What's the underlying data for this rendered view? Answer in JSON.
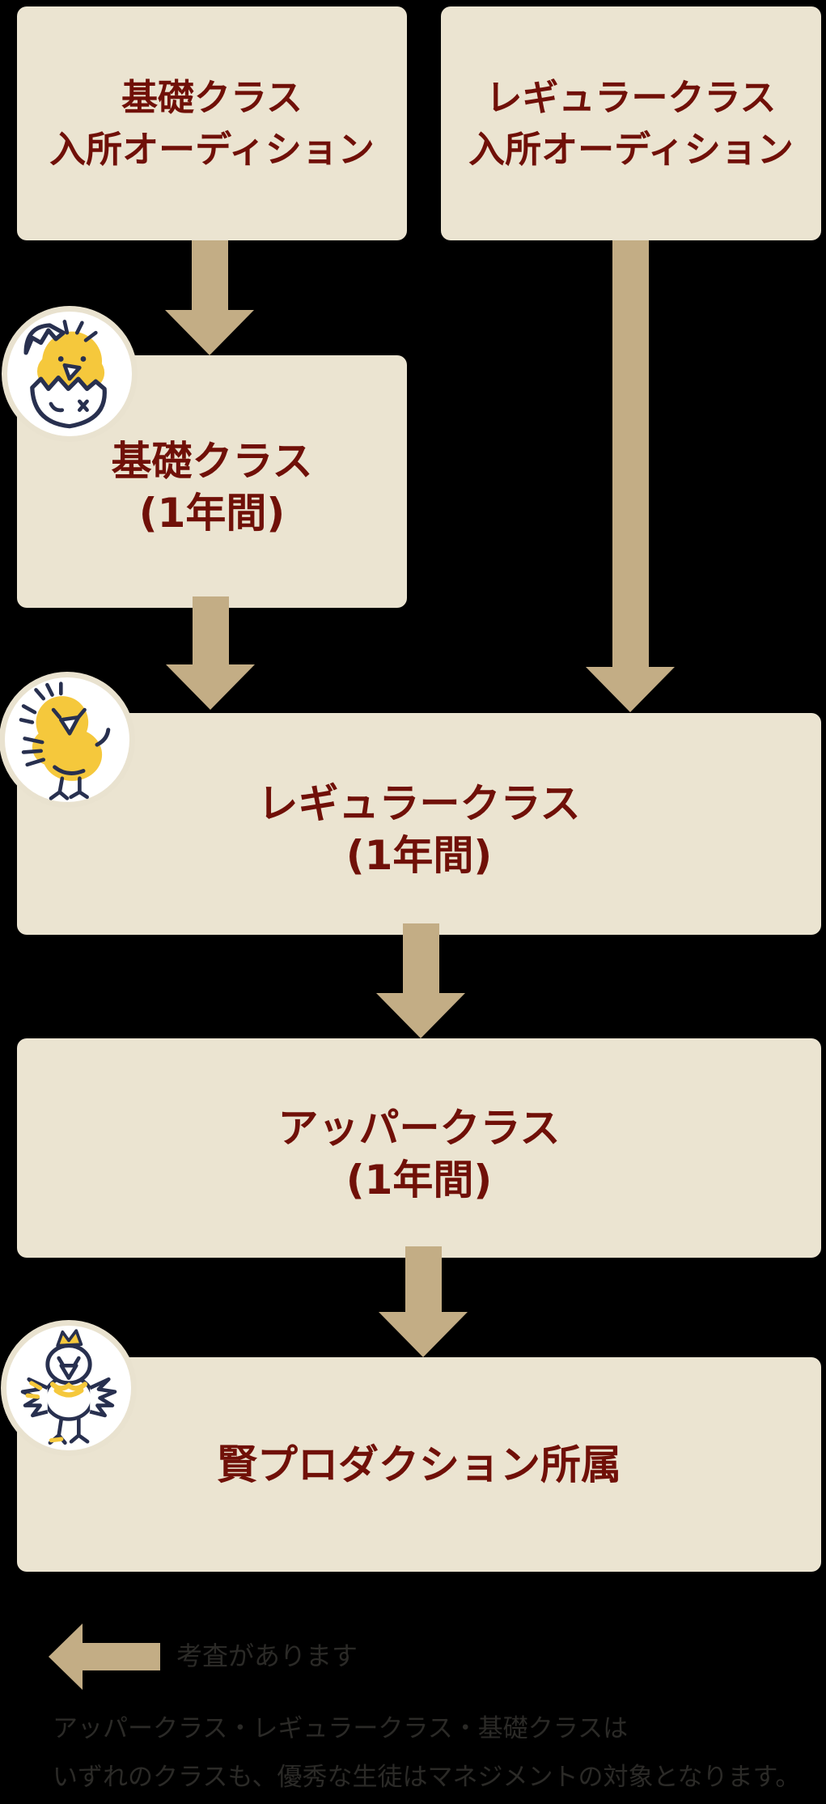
{
  "diagram": {
    "title_implicit": "賢プロダクション 養成所クラス進級フロー",
    "background_color": "#000000",
    "palette": {
      "box_fill": "#EBE4D1",
      "box_text": "#701008",
      "arrow": "#C3AD85",
      "circle_ring": "#E9E2CF",
      "circle_fill": "#FFFFFF",
      "chick_yellow": "#F5C83C",
      "chick_outline": "#28304F",
      "caption_text": "#2B2A27"
    }
  },
  "flow": {
    "boxes": [
      {
        "id": "basic-audition",
        "lines": [
          "基礎クラス",
          "入所オーディション"
        ]
      },
      {
        "id": "regular-audition",
        "lines": [
          "レギュラークラス",
          "入所オーディション"
        ]
      },
      {
        "id": "basic-class",
        "lines": [
          "基礎クラス",
          "(1年間)"
        ],
        "icon": "hatching-chick"
      },
      {
        "id": "regular-class",
        "lines": [
          "レギュラークラス",
          "(1年間)"
        ],
        "icon": "chick"
      },
      {
        "id": "upper-class",
        "lines": [
          "アッパークラス",
          "(1年間)"
        ]
      },
      {
        "id": "agency",
        "lines": [
          "賢プロダクション所属"
        ],
        "icon": "crowned-chicken"
      }
    ],
    "arrows": [
      {
        "name": "basic-audition-to-basic-class",
        "direction": "down"
      },
      {
        "name": "regular-audition-to-regular-class",
        "direction": "down"
      },
      {
        "name": "basic-class-to-regular-class",
        "direction": "down"
      },
      {
        "name": "regular-class-to-upper-class",
        "direction": "down"
      },
      {
        "name": "upper-class-to-agency",
        "direction": "down"
      },
      {
        "name": "legend-arrow",
        "direction": "left"
      }
    ],
    "icons": {
      "basic_class": "hatching-chick",
      "regular_class": "chick",
      "agency": "crowned-chicken"
    }
  },
  "legend": {
    "label": "考査があります"
  },
  "footer": {
    "lines": [
      "アッパークラス・レギュラークラス・基礎クラスは",
      "いずれのクラスも、優秀な生徒はマネジメントの対象となります。"
    ]
  }
}
